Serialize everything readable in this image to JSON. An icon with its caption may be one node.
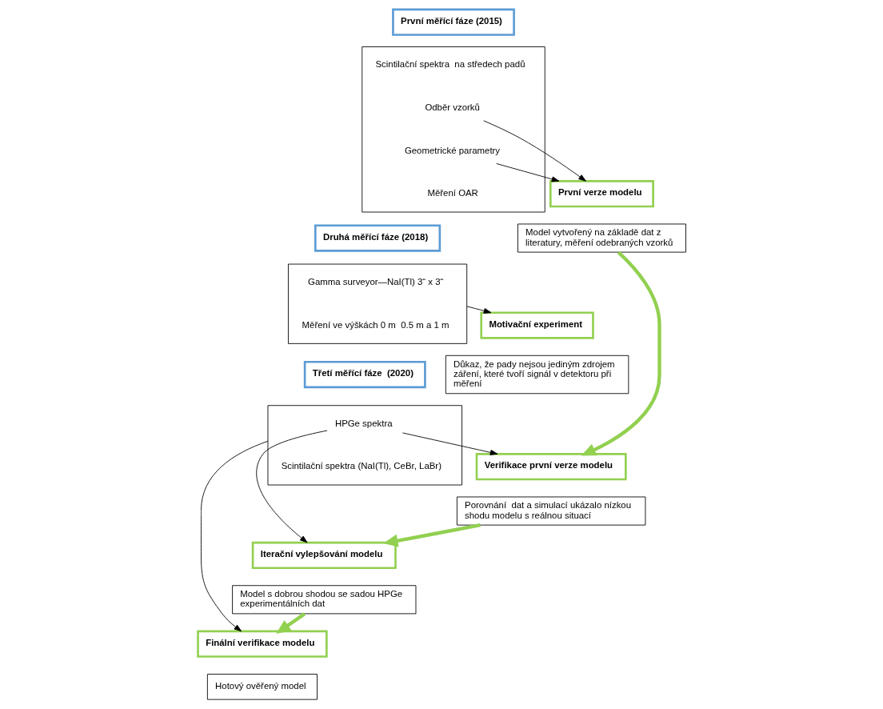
{
  "diagram": {
    "nodes": [
      {
        "text": [
          "První měřící fáze (2015)"
        ]
      },
      {
        "text": [],
        "shape": "box"
      },
      {
        "text": [
          "Scintilační spektra  na středech padů"
        ],
        "in": 1
      },
      {
        "text": [
          "Odběr vzorků"
        ],
        "in": 1
      },
      {
        "text": [
          "Geometrické parametry"
        ],
        "in": 1
      },
      {
        "text": [
          "Měření OAR"
        ],
        "in": 1
      },
      {
        "text": [
          "Druhá měřící fáze (2018)"
        ]
      },
      {
        "text": [],
        "shape": "box"
      },
      {
        "text": [
          "Gamma surveyor—NaI(Tl) 3“ x 3“"
        ],
        "in": 7
      },
      {
        "text": [
          "Měření ve výškách 0 m  0.5 m a 1 m"
        ],
        "in": 7
      },
      {
        "text": [
          "Třetí měřící fáze  (2020)"
        ]
      },
      {
        "text": [],
        "shape": "box"
      },
      {
        "text": [
          "HPGe spektra"
        ],
        "in": 11
      },
      {
        "text": [
          "Scintilační spektra (NaI(Tl), CeBr, LaBr)"
        ],
        "in": 11
      },
      {
        "text": [
          "Motivační experiment"
        ]
      },
      {
        "text": [
          "Důkaz, že pady nejsou jediným zdrojem záření, které tvoří signál v detektoru při měření"
        ]
      },
      {
        "text": [
          "První verze modelu"
        ]
      },
      {
        "text": [
          "Model vytvořený na základě dat z literatury, měření odebraných vzorků"
        ]
      },
      {
        "text": [
          "Verifikace první verze modelu"
        ]
      },
      {
        "text": [
          "Porovnání  dat a simulací ukázalo nízkou shodu modelu s reálnou situací"
        ]
      },
      {
        "text": [
          "Iterační vylepšování modelu"
        ]
      },
      {
        "text": [
          "Model s dobrou shodou se sadou HPGe experimentálních dat"
        ]
      },
      {
        "text": [
          "Finální verifikace modelu"
        ]
      },
      {
        "text": [
          "Hotový ověřený model"
        ]
      }
    ],
    "edges": [
      {
        "from": 3,
        "to": 16,
        "arrow": "to"
      },
      {
        "from": 4,
        "to": 16,
        "arrow": "to"
      },
      {
        "from": 7,
        "to": 14,
        "arrow": "to"
      },
      {
        "from": 12,
        "to": 18,
        "arrow": "to"
      },
      {
        "from": 12,
        "to": 20,
        "arrow": "to"
      },
      {
        "from": 11,
        "to": 22,
        "arrow": "to"
      },
      {
        "from": 17,
        "to": 18,
        "arrow": "to",
        "style": "thick",
        "color": "#92d050"
      },
      {
        "from": 19,
        "to": 20,
        "arrow": "to",
        "style": "thick",
        "color": "#92d050"
      },
      {
        "from": 21,
        "to": 22,
        "arrow": "to",
        "style": "thick",
        "color": "#92d050"
      }
    ]
  }
}
